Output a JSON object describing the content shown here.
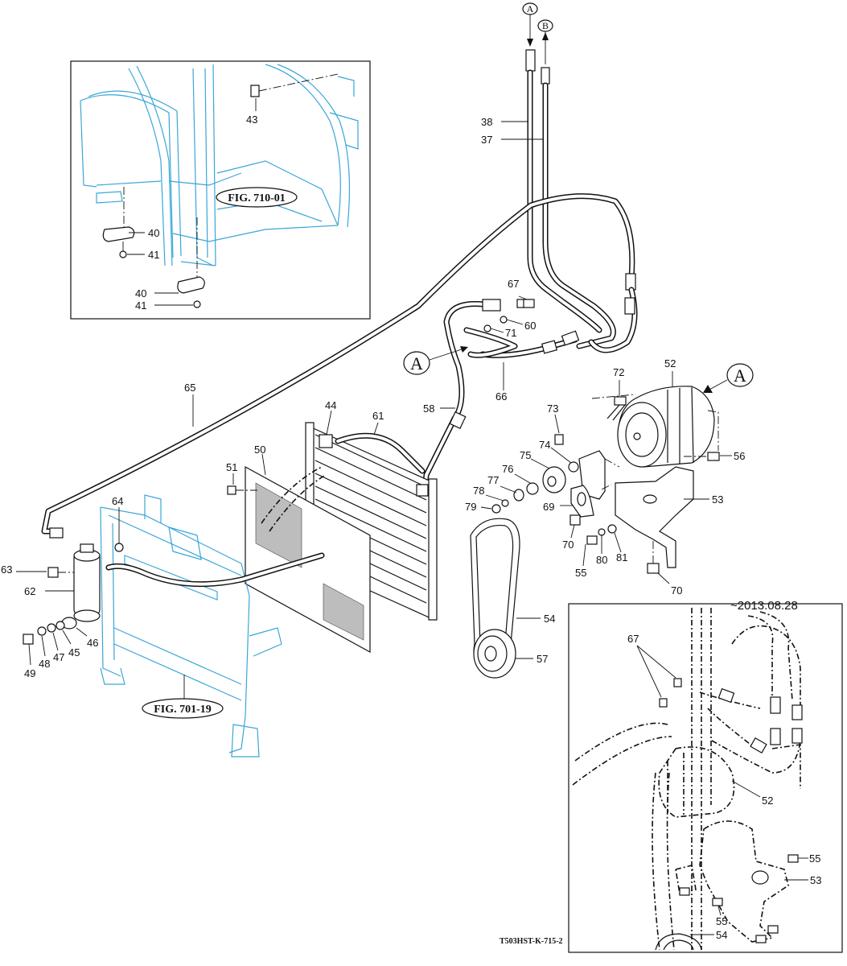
{
  "figure_refs": {
    "fig_710": "FIG. 710-01",
    "fig_701": "FIG. 701-19"
  },
  "inset": {
    "date_label": "~2013.08.28"
  },
  "doc_code": "T503HST-K-715-2",
  "connectors": {
    "a": "A",
    "b": "B"
  },
  "parts": {
    "p37": "37",
    "p38": "38",
    "p40": "40",
    "p41": "41",
    "p43": "43",
    "p44": "44",
    "p45": "45",
    "p46": "46",
    "p47": "47",
    "p48": "48",
    "p49": "49",
    "p50": "50",
    "p51": "51",
    "p52": "52",
    "p53": "53",
    "p54": "54",
    "p55": "55",
    "p56": "56",
    "p57": "57",
    "p58": "58",
    "p60": "60",
    "p61": "61",
    "p62": "62",
    "p63": "63",
    "p64": "64",
    "p65": "65",
    "p66": "66",
    "p67": "67",
    "p69": "69",
    "p70": "70",
    "p71": "71",
    "p72": "72",
    "p73": "73",
    "p74": "74",
    "p75": "75",
    "p76": "76",
    "p77": "77",
    "p78": "78",
    "p79": "79",
    "p80": "80",
    "p81": "81"
  },
  "colors": {
    "ink": "#111111",
    "frame_blue": "#3aa6d8"
  }
}
